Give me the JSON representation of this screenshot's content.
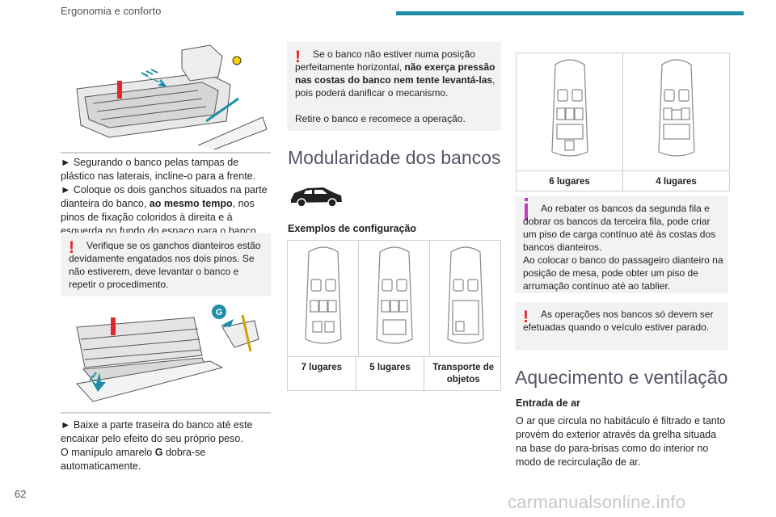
{
  "header": {
    "section_title": "Ergonomia e conforto"
  },
  "page_number": "62",
  "footer_watermark": "carmanualsonline.info",
  "left": {
    "instructions_1": "► Segurando o banco pelas tampas de plástico nas laterais, incline-o para a frente.",
    "instructions_2_pre": "► Coloque os dois ganchos situados na parte dianteira do banco, ",
    "instructions_2_bold": "ao mesmo tempo",
    "instructions_2_post": ", nos pinos de fixação coloridos à direita e à esquerda no fundo do espaço para o banco.",
    "warning": "Verifique se os ganchos dianteiros estão devidamente engatados nos dois pinos. Se não estiverem, deve levantar o banco e repetir o procedimento.",
    "figure_label": "G",
    "instructions_3": "► Baixe a parte traseira do banco até este encaixar pelo efeito do seu próprio peso.",
    "instructions_4_pre": "O manípulo amarelo ",
    "instructions_4_bold": "G",
    "instructions_4_post": " dobra-se automaticamente."
  },
  "middle": {
    "warning_pre": "Se o banco não estiver numa posição perfeitamente horizontal, ",
    "warning_bold": "não exerça pressão nas costas do banco nem tente levantá-las",
    "warning_post": ", pois poderá danificar o mecanismo.",
    "warning_2": "Retire o banco e recomece a operação.",
    "heading": "Modularidade dos bancos",
    "subheading": "Exemplos de configuração",
    "configs": [
      "7 lugares",
      "5 lugares",
      "Transporte de objetos"
    ]
  },
  "right": {
    "configs": [
      "6 lugares",
      "4 lugares"
    ],
    "info_1": "Ao rebater os bancos da segunda fila e dobrar os bancos da terceira fila, pode criar um piso de carga contínuo até às costas dos bancos dianteiros.",
    "info_2": "Ao colocar o banco do passageiro dianteiro na posição de mesa, pode obter um piso de arrumação contínuo até ao tablier.",
    "warning": "As operações nos bancos só devem ser efetuadas quando o veículo estiver parado.",
    "heading": "Aquecimento e ventilação",
    "subheading": "Entrada de ar",
    "body": "O ar que circula no habitáculo é filtrado e tanto provém do exterior através da grelha situada na base do para-brisas como do interior no modo de recirculação de ar."
  },
  "colors": {
    "accent": "#1f8ea8",
    "warning": "#e3262b",
    "info": "#bf3fbf",
    "marker": "#e3262b"
  }
}
